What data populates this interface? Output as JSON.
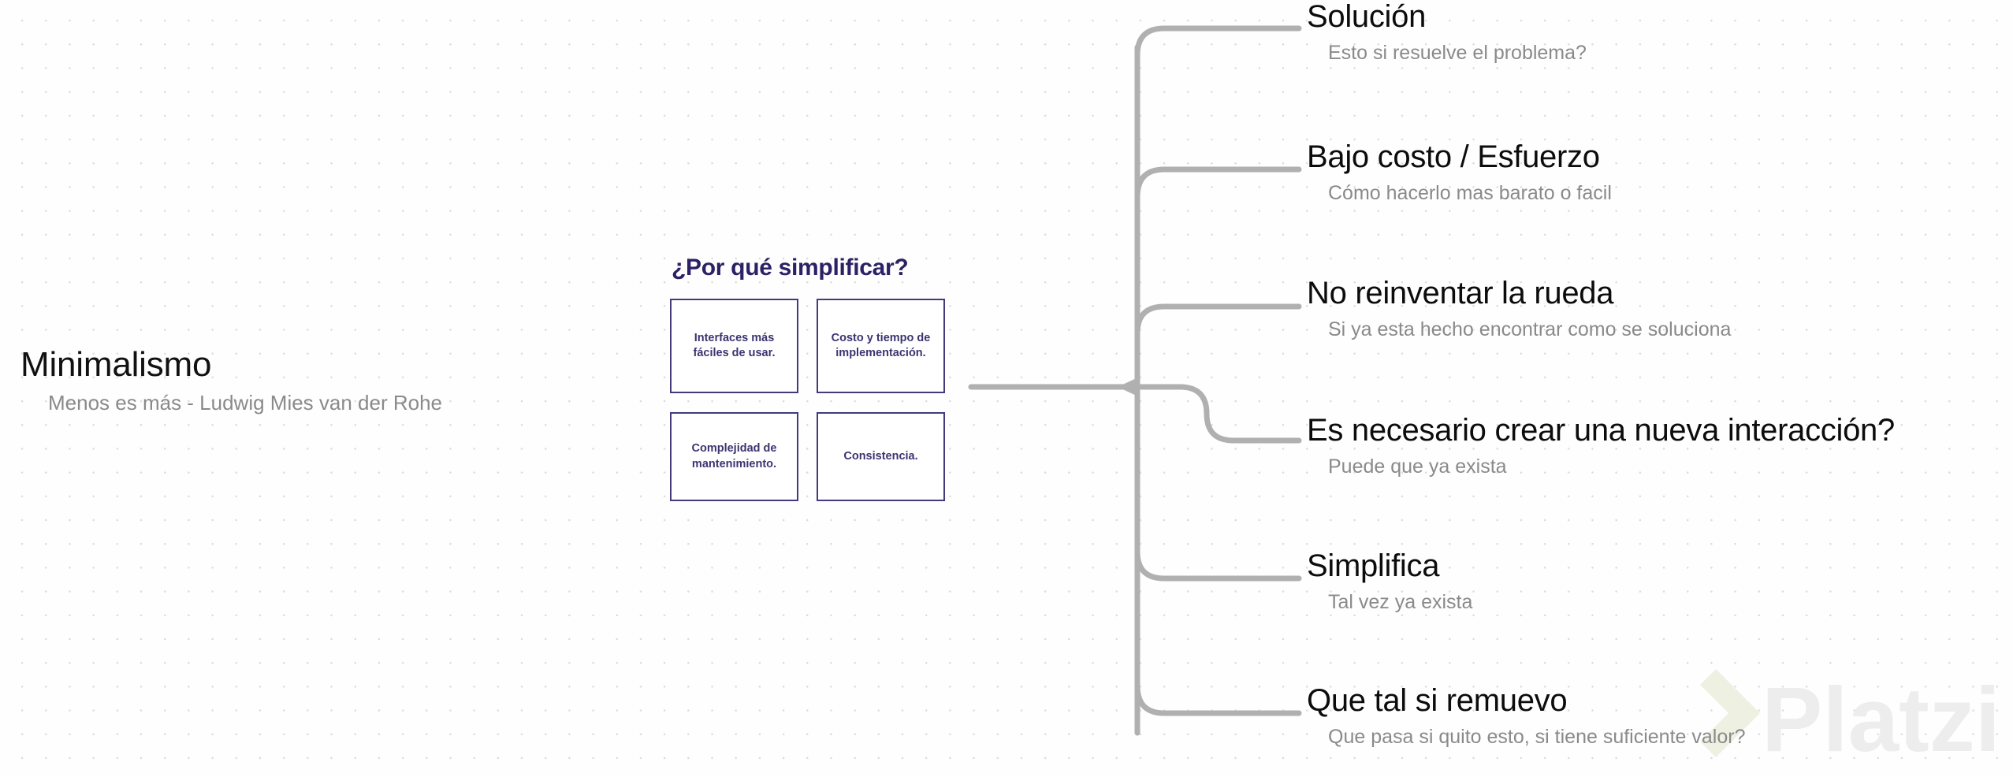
{
  "board": {
    "background_color": "#fefefe",
    "dot_color": "#dcdcdc",
    "connector_color": "#b0b0b0"
  },
  "root": {
    "title": "Minimalismo",
    "subtitle": "Menos es más - Ludwig Mies van der Rohe",
    "title_color": "#111111",
    "subtitle_color": "#8a8a8a"
  },
  "center_cluster": {
    "title": "¿Por qué simplificar?",
    "title_color": "#2b2165",
    "box_border_color": "#413b7c",
    "box_text_color": "#3b3470",
    "boxes": [
      {
        "text": "Interfaces más fáciles de usar."
      },
      {
        "text": "Costo y tiempo de implementación."
      },
      {
        "text": "Complejidad de mantenimiento."
      },
      {
        "text": "Consistencia."
      }
    ]
  },
  "branches": [
    {
      "title": "Solución",
      "subtitle": "Esto si resuelve el problema?"
    },
    {
      "title": "Bajo costo / Esfuerzo",
      "subtitle": "Cómo hacerlo mas barato o facil"
    },
    {
      "title": "No reinventar la rueda",
      "subtitle": "Si ya esta hecho encontrar como se soluciona"
    },
    {
      "title": "Es necesario crear una nueva interacción?",
      "subtitle": "Puede que ya exista"
    },
    {
      "title": "Simplifica",
      "subtitle": "Tal vez ya exista"
    },
    {
      "title": "Que tal si remuevo",
      "subtitle": "Que pasa si quito esto, si tiene suficiente valor?"
    }
  ],
  "watermark": {
    "text": "Platzi",
    "text_color": "#ededed",
    "logo_color": "#eef0e2"
  }
}
